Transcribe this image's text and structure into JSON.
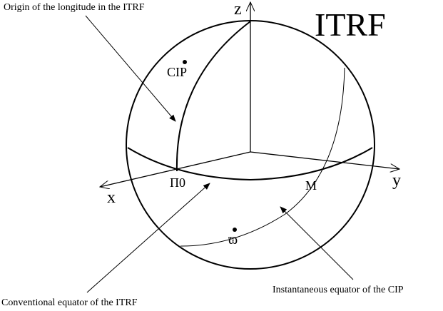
{
  "diagram": {
    "title": "ITRF",
    "axes": {
      "z": "z",
      "x": "x",
      "y": "y"
    },
    "points": {
      "cip": "CIP",
      "pi0": "Π0",
      "m": "M",
      "varpi": "ϖ"
    },
    "annotations": {
      "origin_longitude": "Origin of the longitude in the ITRF",
      "conventional_equator": "Conventional equator of the ITRF",
      "instantaneous_equator": "Instantaneous equator of the CIP"
    },
    "colors": {
      "line": "#000000",
      "background": "#ffffff"
    }
  }
}
